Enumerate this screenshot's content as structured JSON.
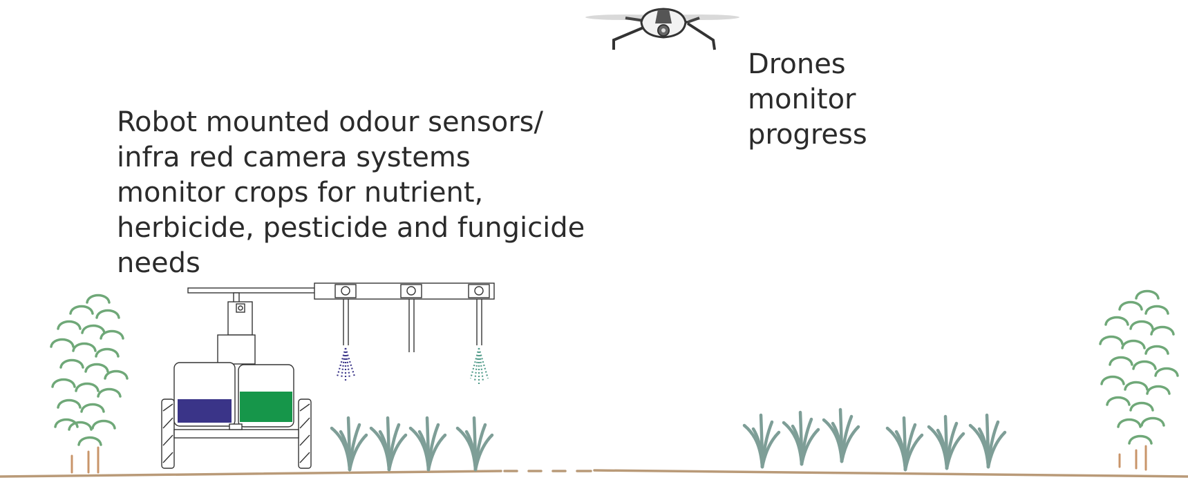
{
  "captions": {
    "robot": {
      "lines": [
        "Robot mounted odour sensors/",
        "infra red camera systems",
        "monitor crops for nutrient,",
        "herbicide, pesticide and fungicide",
        "needs"
      ]
    },
    "drone": {
      "lines": [
        "Drones",
        "monitor",
        "progress"
      ]
    }
  },
  "colors": {
    "text": "#2b2b2b",
    "ground": "#b99a78",
    "tree": "#6fa878",
    "crop": "#7e9e97",
    "tank_blue": "#3a3488",
    "tank_green": "#16964a",
    "spray_blue": "#3a3488",
    "spray_green": "#4f9a88",
    "outline": "#333333"
  },
  "icons": {
    "drone": "quadcopter-drone-icon",
    "robot": "farm-robot-sprayer-icon",
    "tree": "tree-icon",
    "crop": "crop-plant-icon"
  }
}
